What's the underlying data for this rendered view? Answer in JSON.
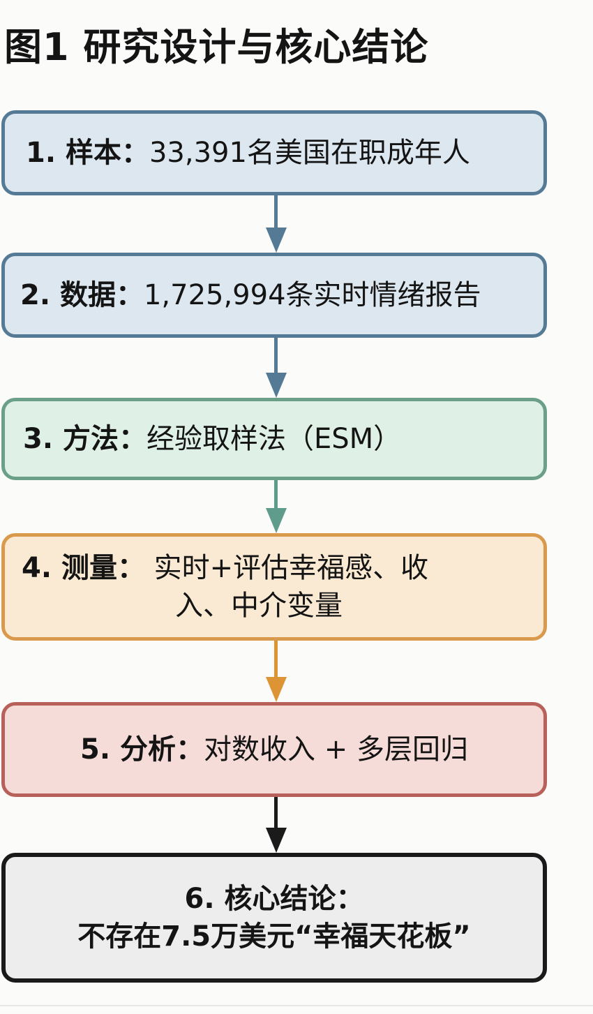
{
  "title": "图1 研究设计与核心结论",
  "steps": [
    {
      "label": "1. 样本：",
      "text": "33,391名美国在职成年人",
      "border": "#557a96",
      "fill": "#dde7ef"
    },
    {
      "label": "2. 数据：",
      "text": "1,725,994条实时情绪报告",
      "border": "#557a96",
      "fill": "#dde7ef"
    },
    {
      "label": "3. 方法：",
      "text": "经验取样法（ESM）",
      "border": "#6c9f88",
      "fill": "#dff0e6"
    },
    {
      "label": "4. 测量：",
      "text": "实时+评估幸福感、收",
      "text2": "入、中介变量",
      "border": "#d99a4e",
      "fill": "#fbead3"
    },
    {
      "label": "5. 分析：",
      "text": "对数收入 + 多层回归",
      "border": "#b8615a",
      "fill": "#f6dcd8"
    },
    {
      "label": "6. 核心结论：",
      "text": "不存在7.5万美元“幸福天花板”",
      "border": "#1a1a1a",
      "fill": "#ededed"
    }
  ],
  "arrows": [
    {
      "color": "#557a96"
    },
    {
      "color": "#557a96"
    },
    {
      "color": "#5f9c8c"
    },
    {
      "color": "#dc9434"
    },
    {
      "color": "#1a1a1a"
    }
  ]
}
